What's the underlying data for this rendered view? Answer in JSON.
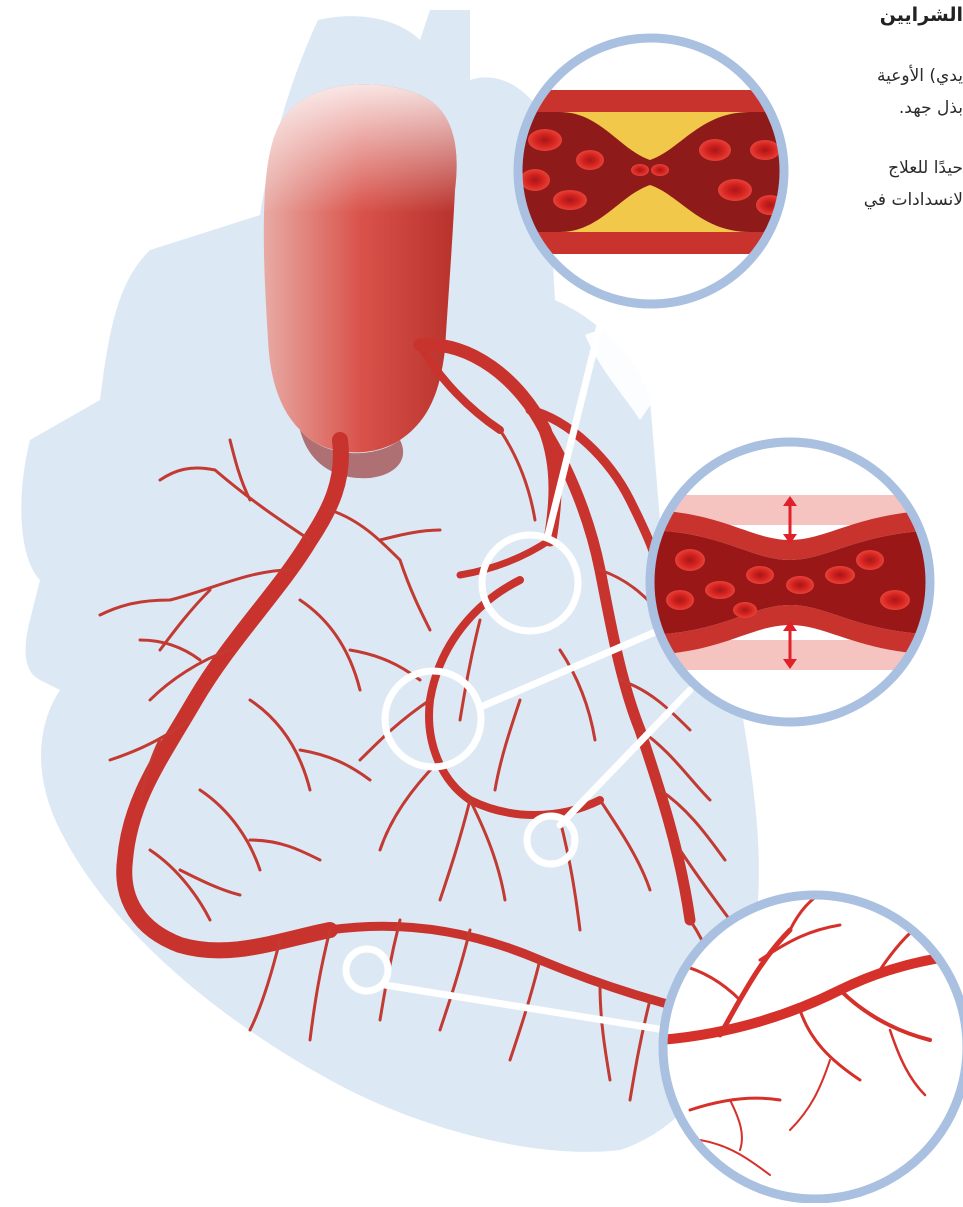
{
  "header": {
    "title": "الشرايين"
  },
  "body_text": {
    "para1_line1": "يدي) الأوعية",
    "para1_line2": "بذل جهد.",
    "para2_line1": "حيدًا للعلاج",
    "para2_line2": "لانسدادات في"
  },
  "colors": {
    "heart_silhouette": "#dce9f5",
    "vessel": "#c8332d",
    "vessel_dark": "#9e1c1a",
    "plaque": "#f2c84b",
    "lens_border": "#a9c0e0",
    "callout_line": "#ffffff",
    "blood_cell": "#d4201f"
  },
  "illustration": {
    "zoom_insets": [
      "plaque-narrowed-artery",
      "constricted-artery",
      "capillary-branches"
    ]
  }
}
